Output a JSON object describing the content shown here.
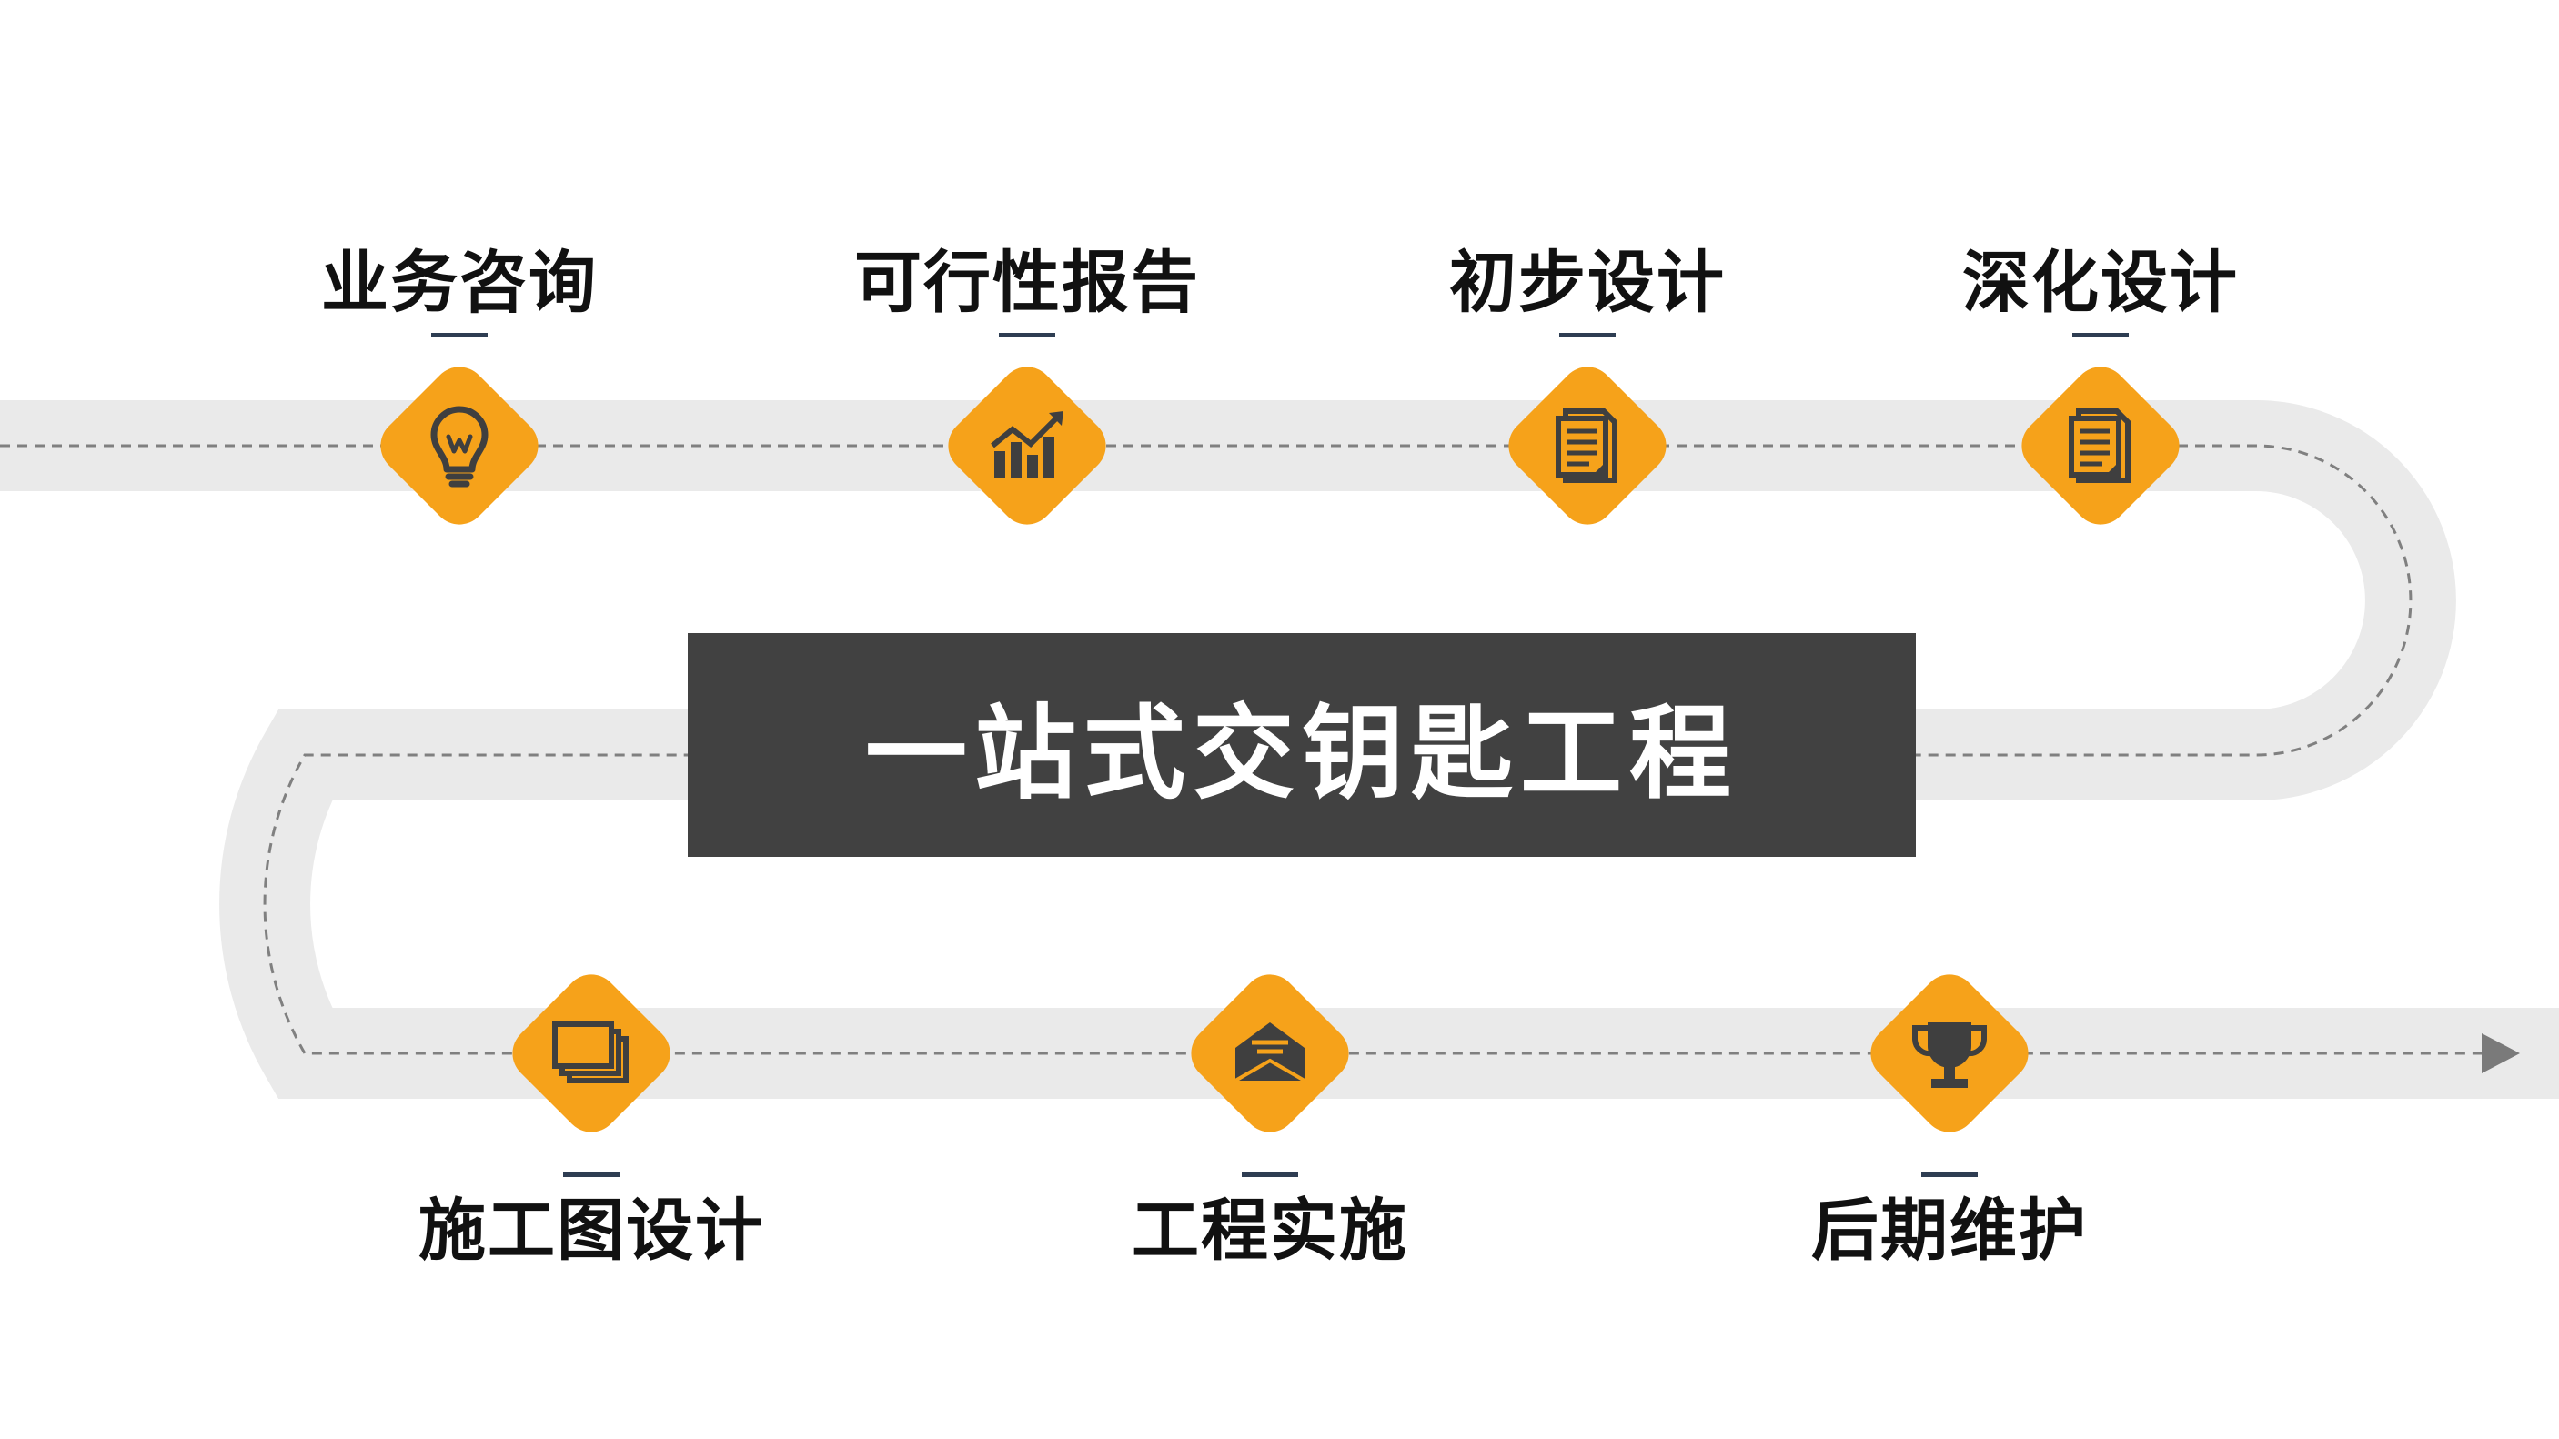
{
  "title": "一站式交钥匙工程",
  "colors": {
    "road": "#eaeaea",
    "dash": "#808080",
    "badge": "#f6a21a",
    "icon": "#4a4a4a",
    "banner": "#414141",
    "tick": "#2e3d52"
  },
  "steps": [
    {
      "label": "业务咨询",
      "icon": "lightbulb-icon"
    },
    {
      "label": "可行性报告",
      "icon": "growth-chart-icon"
    },
    {
      "label": "初步设计",
      "icon": "document-icon"
    },
    {
      "label": "深化设计",
      "icon": "document-icon"
    },
    {
      "label": "施工图设计",
      "icon": "stacked-pages-icon"
    },
    {
      "label": "工程实施",
      "icon": "envelope-icon"
    },
    {
      "label": "后期维护",
      "icon": "trophy-icon"
    }
  ]
}
